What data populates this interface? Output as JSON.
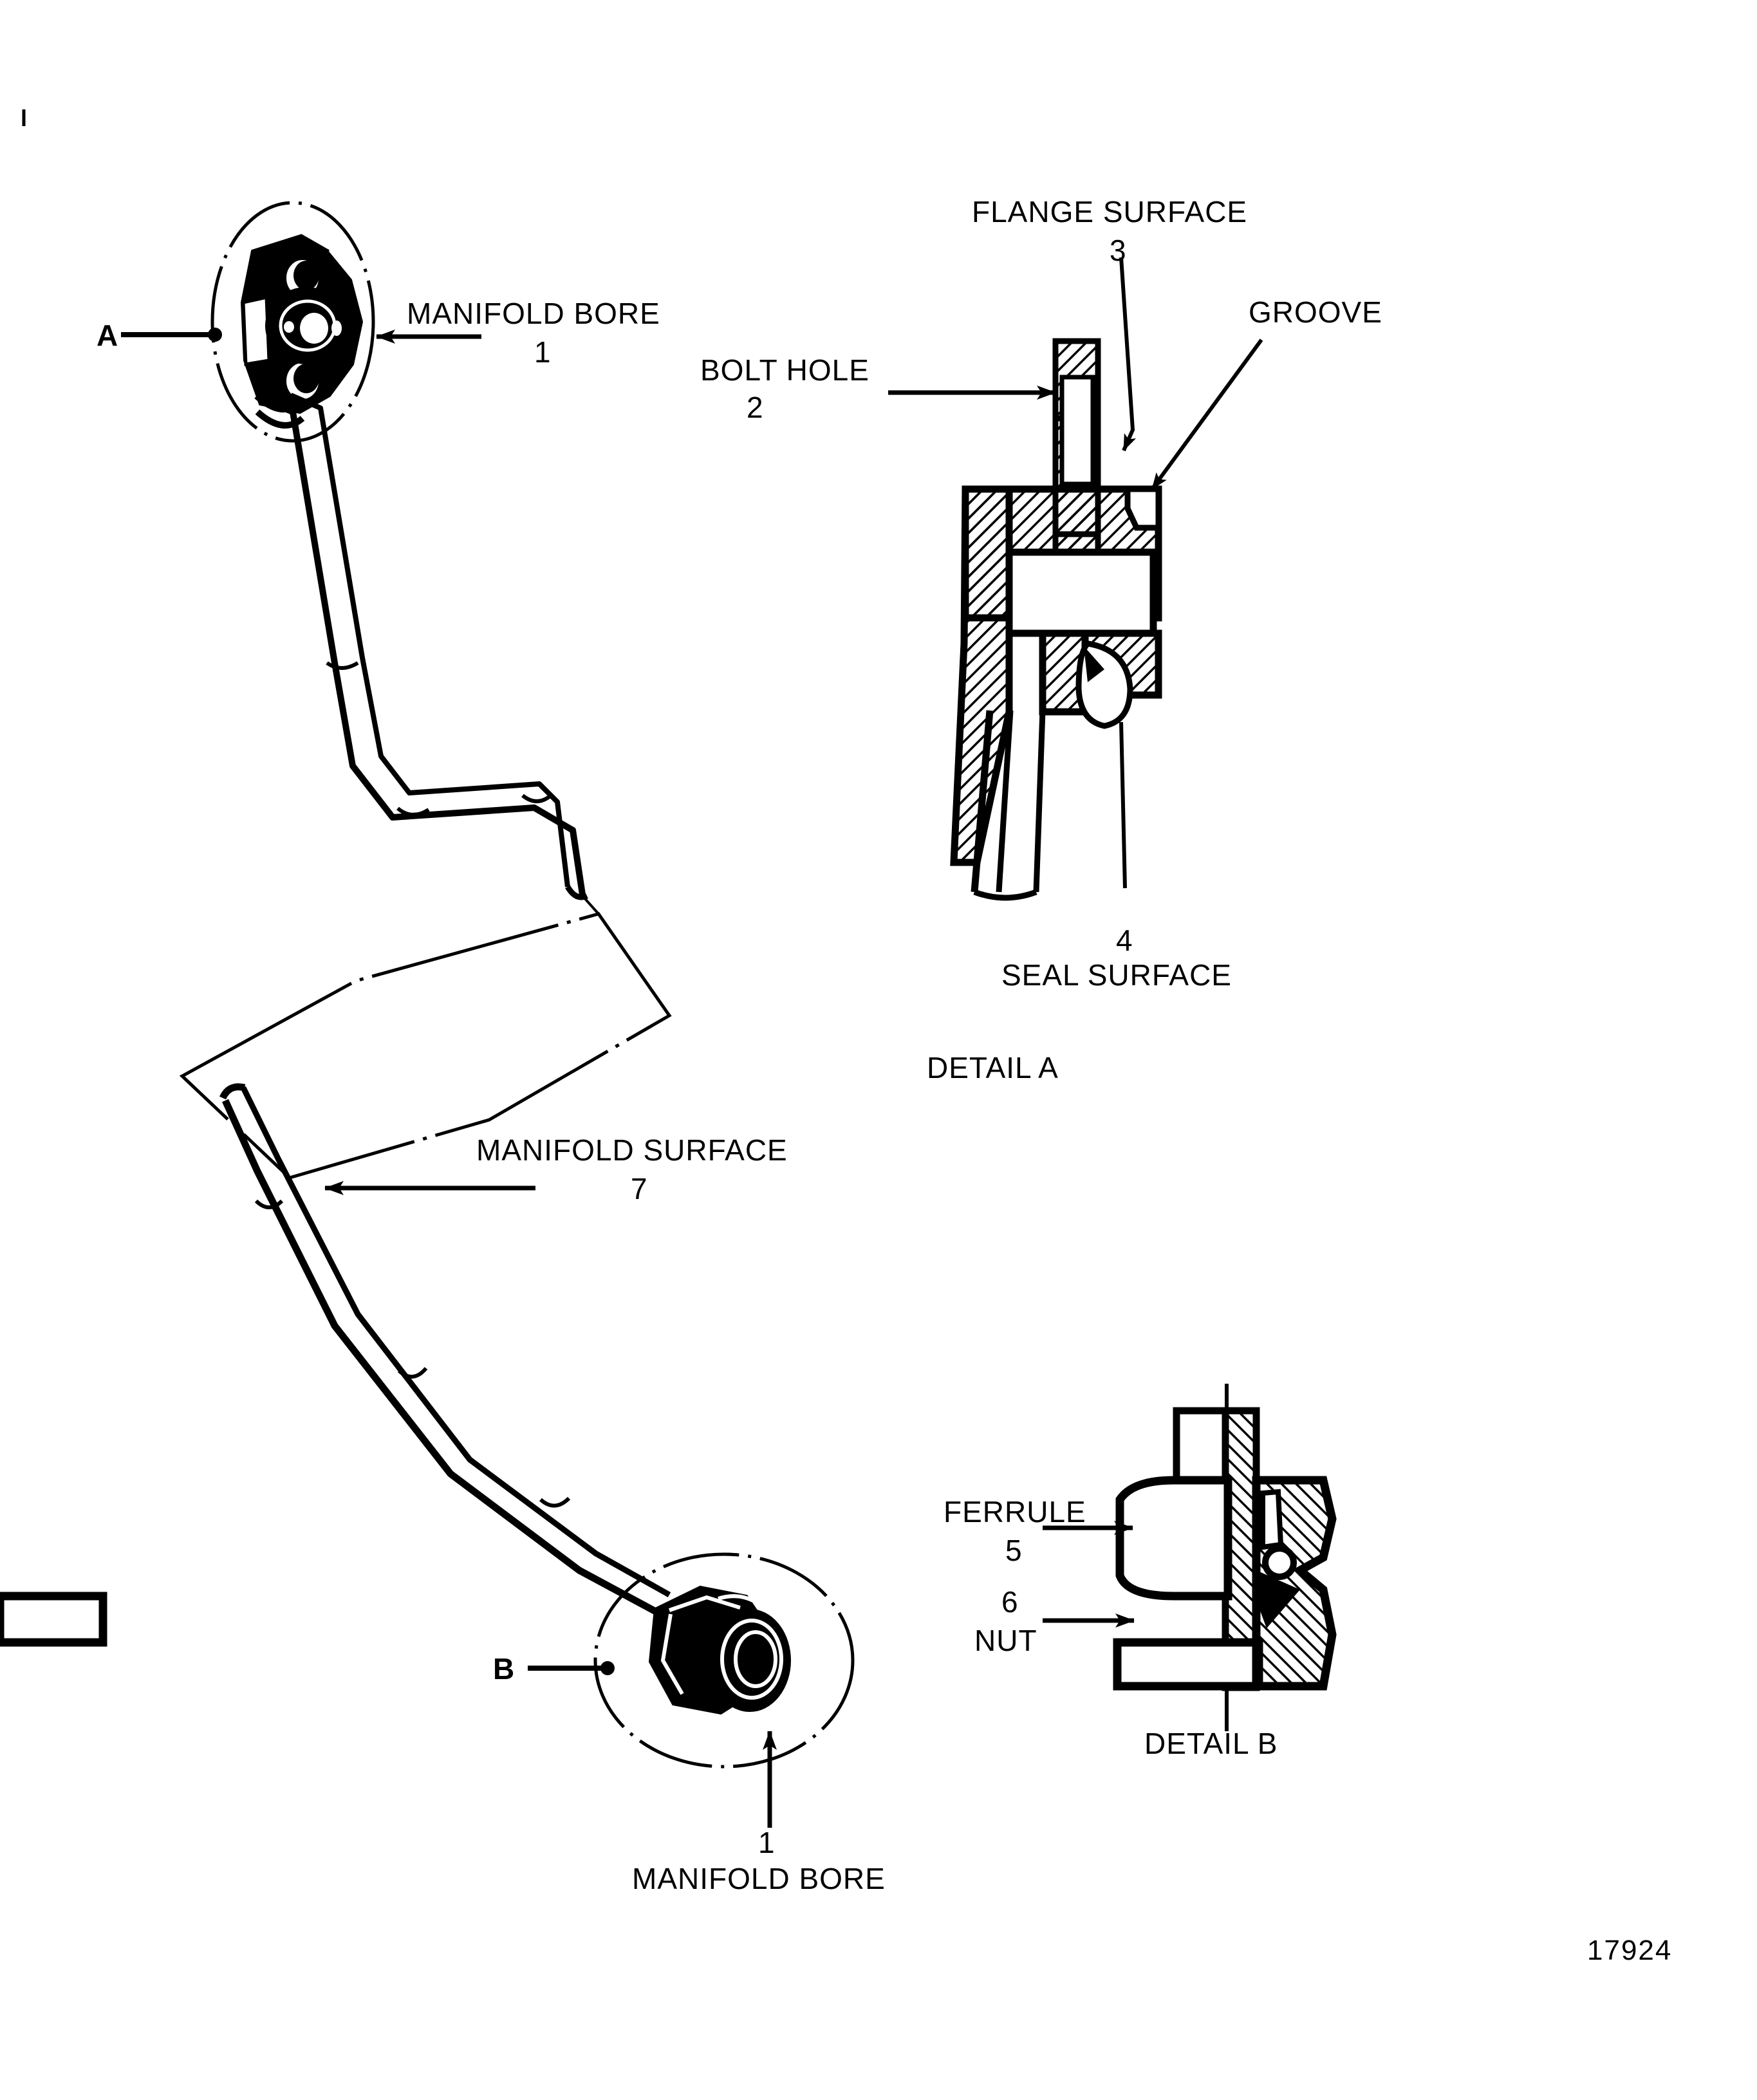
{
  "diagram": {
    "drawing_number": "17924",
    "background_color": "#ffffff",
    "line_color": "#000000"
  },
  "main_view": {
    "section_marks": [
      {
        "id": "A",
        "label": "A"
      },
      {
        "id": "B",
        "label": "B"
      }
    ],
    "callouts": [
      {
        "name": "manifold-bore-top",
        "label": "MANIFOLD BORE",
        "number": "1"
      },
      {
        "name": "manifold-surface",
        "label": "MANIFOLD SURFACE",
        "number": "7"
      },
      {
        "name": "manifold-bore-bottom",
        "label": "MANIFOLD BORE",
        "number": "1"
      }
    ]
  },
  "detail_a": {
    "title": "DETAIL A",
    "callouts": [
      {
        "name": "flange-surface",
        "label": "FLANGE SURFACE",
        "number": "3"
      },
      {
        "name": "groove",
        "label": "GROOVE",
        "number": ""
      },
      {
        "name": "bolt-hole",
        "label": "BOLT HOLE",
        "number": "2"
      },
      {
        "name": "seal-surface",
        "label": "SEAL SURFACE",
        "number": "4"
      }
    ]
  },
  "detail_b": {
    "title": "DETAIL B",
    "callouts": [
      {
        "name": "ferrule",
        "label": "FERRULE",
        "number": "5"
      },
      {
        "name": "nut",
        "label": "NUT",
        "number": "6"
      }
    ]
  }
}
